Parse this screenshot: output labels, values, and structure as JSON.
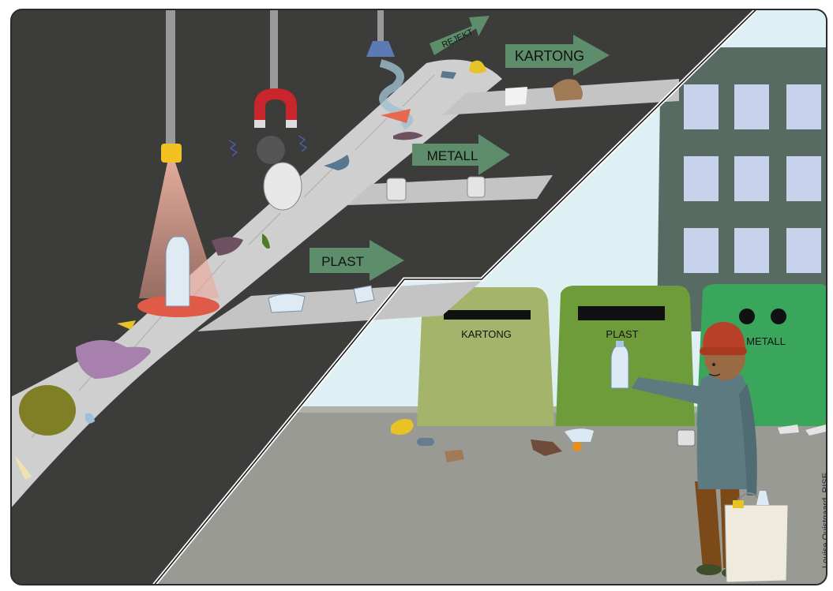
{
  "factory": {
    "arrows": {
      "rejekt": "REJEKT",
      "kartong": "KARTONG",
      "metall": "METALL",
      "plast": "PLAST"
    }
  },
  "street": {
    "bins": {
      "kartong": "KARTONG",
      "plast": "PLAST",
      "metall": "METALL"
    }
  },
  "credit": "Louise Quistgaard, RISE",
  "colors": {
    "factory_floor": "#3c3c3a",
    "conveyor": "#cfcfcf",
    "arrow": "#5d8d6b",
    "sky": "#dff0f4",
    "building": "#586b63",
    "street": "#9a9a95",
    "bin_kartong": "#a4b46b",
    "bin_plast": "#6f9c3b",
    "bin_metall": "#3aa65c"
  }
}
